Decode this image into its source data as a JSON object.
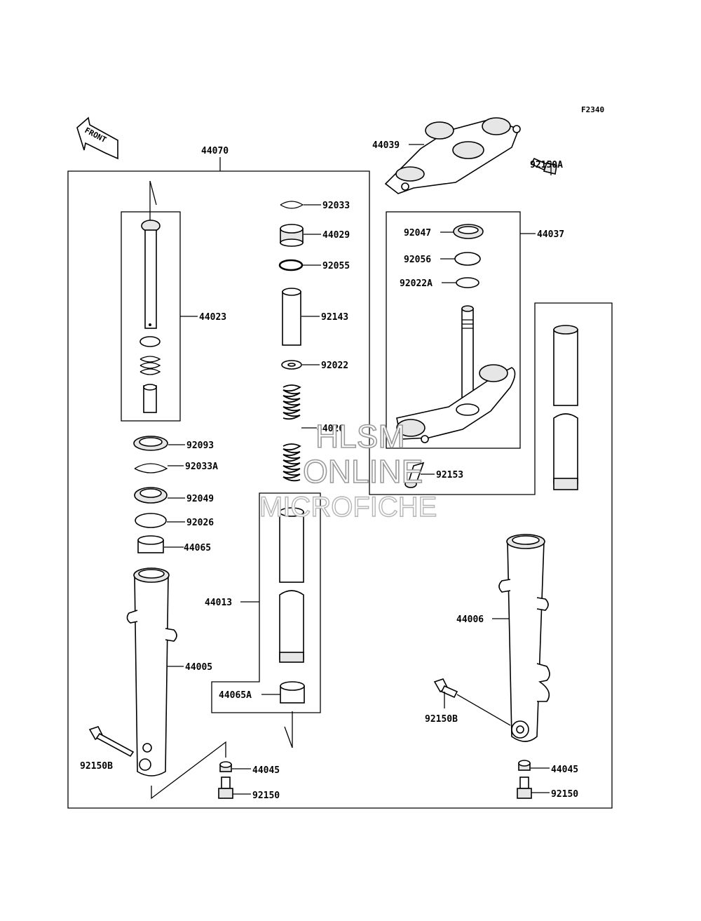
{
  "diagram_code": "F2340",
  "front_marker": "FRONT",
  "labels": {
    "l44070": "44070",
    "l44039": "44039",
    "l92150A": "92150A",
    "l92033": "92033",
    "l44029": "44029",
    "l92055": "92055",
    "l92143": "92143",
    "l92022": "92022",
    "l44026": "44026",
    "l44023": "44023",
    "l92093": "92093",
    "l92033A": "92033A",
    "l92049": "92049",
    "l92026": "92026",
    "l44065": "44065",
    "l44013": "44013",
    "l44005": "44005",
    "l44065A": "44065A",
    "l92150B_left": "92150B",
    "l44045_left": "44045",
    "l92150_left": "92150",
    "l92047": "92047",
    "l92056": "92056",
    "l92022A": "92022A",
    "l44037": "44037",
    "l92153": "92153",
    "l44006": "44006",
    "l92150B_right": "92150B",
    "l44045_right": "44045",
    "l92150_right": "92150"
  },
  "watermark": {
    "line1": "HLSM",
    "line2": "ONLINE",
    "line3": "MICROFICHE"
  }
}
